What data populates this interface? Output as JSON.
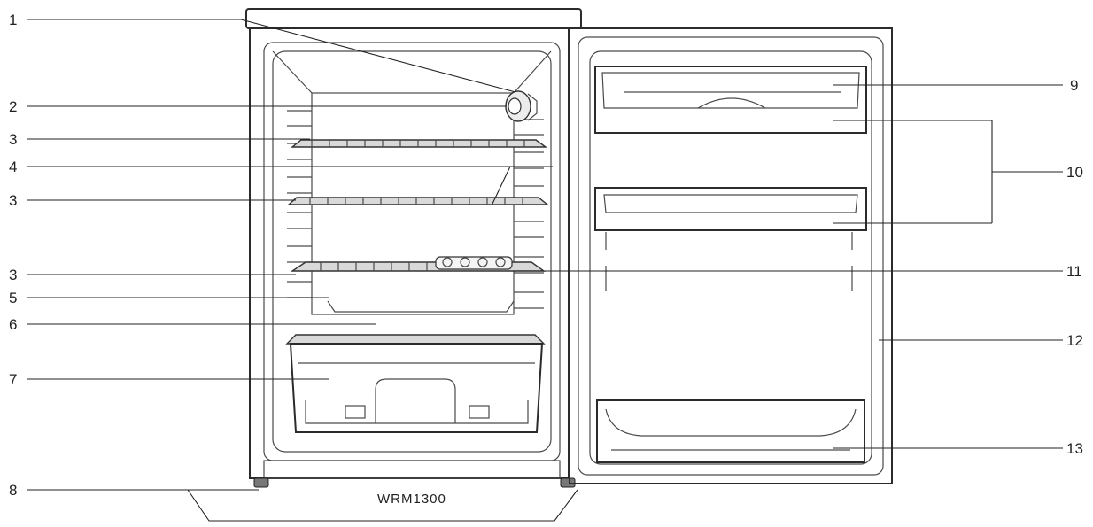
{
  "model_label": "WRM1300",
  "callouts_left": [
    "1",
    "2",
    "3",
    "4",
    "3",
    "3",
    "5",
    "6",
    "7",
    "8"
  ],
  "callouts_right": [
    "9",
    "10",
    "11",
    "12",
    "13"
  ],
  "colors": {
    "line": "#2b2b2b",
    "shelf": "#d9d9d9",
    "background": "#ffffff"
  }
}
